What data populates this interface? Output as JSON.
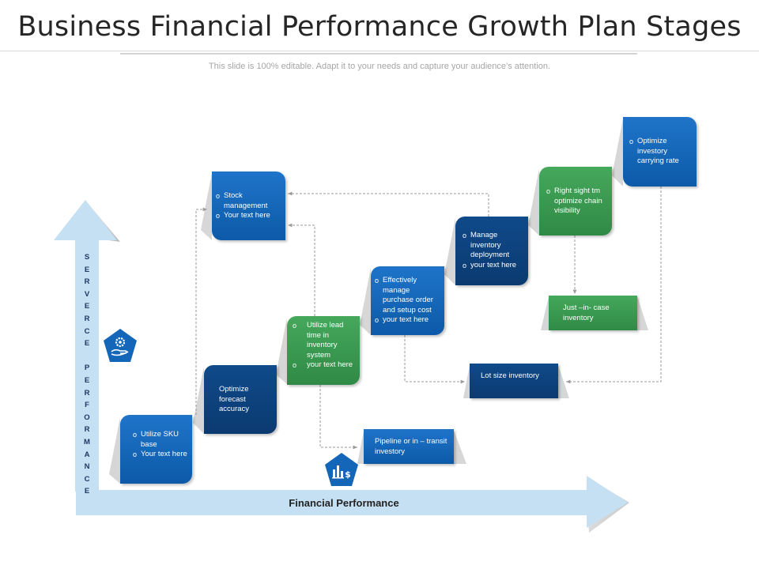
{
  "title": "Business Financial Performance Growth Plan Stages",
  "subtitle": "This slide is 100% editable. Adapt it to your needs and capture your audience’s attention.",
  "axes": {
    "x_label": "Financial Performance",
    "y_letters": [
      "S",
      "E",
      "R",
      "V",
      "E",
      "R",
      "C",
      "E",
      "",
      "P",
      "E",
      "R",
      "F",
      "O",
      "R",
      "M",
      "A",
      "N",
      "C",
      "E"
    ]
  },
  "stages": {
    "utilize_sku": [
      "Utilize SKU base",
      "Your text here"
    ],
    "optimize_forecast": "Optimize forecast accuracy",
    "stock_mgmt": [
      "Stock management",
      "Your text here"
    ],
    "utilize_lead": [
      "Utilize lead time in inventory system",
      "your text here"
    ],
    "effectively": [
      "Effectively manage purchase order and setup cost",
      "your text here"
    ],
    "manage_inv": [
      "Manage inventory deployment",
      "your text here"
    ],
    "right_sight": [
      "Right sight tm optimize chain visibility"
    ],
    "optimize_carry": [
      "Optimize investory carrying rate"
    ],
    "pipeline": "Pipeline or in – transit investory",
    "lot_size": "Lot size inventory",
    "jit": "Just –in- case inventory"
  },
  "icons": {
    "service": "hand-gear-icon",
    "finance": "chart-dollar-icon"
  },
  "colors": {
    "blue": "#1467b8",
    "navy": "#0d4480",
    "green": "#3a9a52",
    "arrow": "#c5dff3"
  }
}
